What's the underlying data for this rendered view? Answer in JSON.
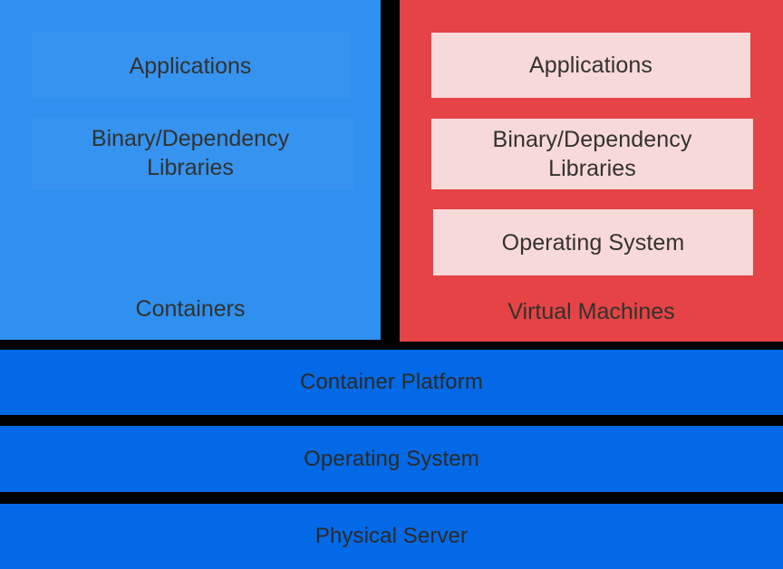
{
  "diagram": {
    "title": "Containers vs Virtual Machines architecture stack",
    "colors": {
      "containers_panel": "#2F90EF",
      "vm_panel": "#E54345",
      "vm_layer_box": "#F7D9D9",
      "foundation_bar": "#0469E6",
      "gutter": "#000000",
      "text": "#32322F"
    }
  },
  "containers_panel": {
    "caption": "Containers",
    "layers": [
      {
        "label": "Applications"
      },
      {
        "label": "Binary/Dependency\nLibraries"
      }
    ]
  },
  "vm_panel": {
    "caption": "Virtual Machines",
    "layers": [
      {
        "label": "Applications"
      },
      {
        "label": "Binary/Dependency\nLibraries"
      },
      {
        "label": "Operating System"
      }
    ]
  },
  "foundation": {
    "bars": [
      {
        "label": "Container Platform"
      },
      {
        "label": "Operating System"
      },
      {
        "label": "Physical Server"
      }
    ]
  }
}
